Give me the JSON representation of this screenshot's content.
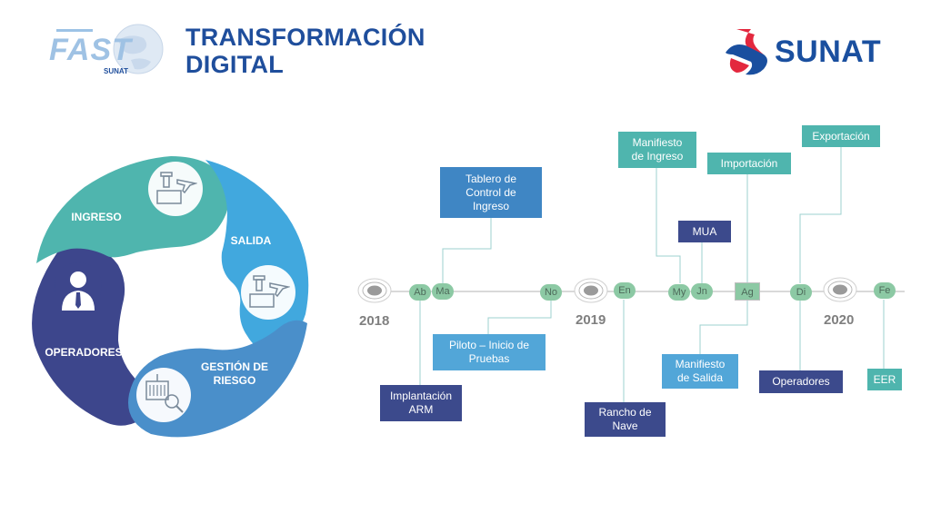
{
  "header": {
    "title_line1": "TRANSFORMACIÓN",
    "title_line2": "DIGITAL",
    "logo_fast_text": "FAST",
    "logo_fast_sub": "SUNAT",
    "logo_sunat_text": "SUNAT"
  },
  "cycle": {
    "segments": [
      {
        "label_line1": "INGRESO",
        "label_line2": "",
        "color": "#4fb5ae",
        "icon": "port-airplane-icon"
      },
      {
        "label_line1": "SALIDA",
        "label_line2": "",
        "color": "#41a8de",
        "icon": "port-airplane-icon"
      },
      {
        "label_line1": "GESTIÓN DE",
        "label_line2": "RIESGO",
        "color": "#4a8fca",
        "icon": "container-magnifier-icon"
      },
      {
        "label_line1": "OPERADORES",
        "label_line2": "",
        "color": "#3d468c",
        "icon": "person-icon"
      }
    ]
  },
  "timeline": {
    "years": [
      "2018",
      "2019",
      "2020"
    ],
    "nodes": [
      "Ab",
      "Ma",
      "No",
      "En",
      "My",
      "Jn",
      "Ag",
      "Di",
      "Fe"
    ],
    "events": [
      {
        "line1": "Tablero de",
        "line2": "Control de",
        "line3": "Ingreso"
      },
      {
        "line1": "Manifiesto",
        "line2": "de Ingreso"
      },
      {
        "line1": "Exportación"
      },
      {
        "line1": "Importación"
      },
      {
        "line1": "MUA"
      },
      {
        "line1": "Piloto – Inicio de",
        "line2": "Pruebas"
      },
      {
        "line1": "Implantación",
        "line2": "ARM"
      },
      {
        "line1": "Rancho de",
        "line2": "Nave"
      },
      {
        "line1": "Manifiesto",
        "line2": "de Salida"
      },
      {
        "line1": "Operadores"
      },
      {
        "line1": "EER"
      }
    ]
  },
  "colors": {
    "title": "#1f4e9c",
    "teal": "#4fb5ae",
    "blue": "#3f86c4",
    "navy": "#3c4a8c",
    "light_blue": "#52a6d8",
    "node": "#8cc9a4",
    "sunat_red": "#e3283e"
  }
}
